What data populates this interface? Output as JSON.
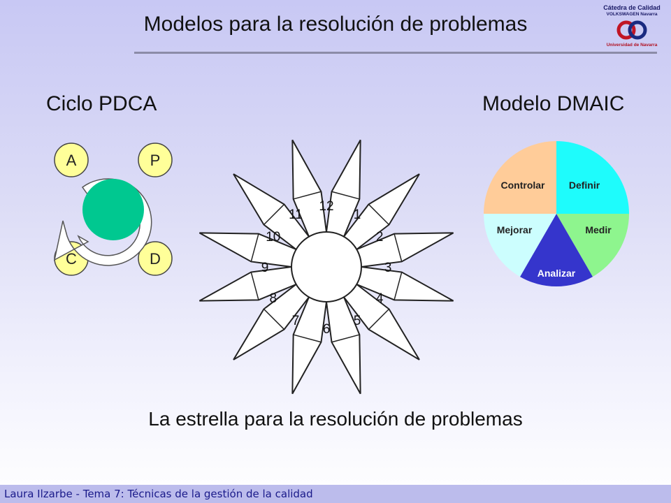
{
  "title": "Modelos para la resolución de problemas",
  "logo": {
    "line1": "Cátedra de Calidad",
    "line2": "VOLKSWAGEN Navarra",
    "line3": "Universidad de Navarra"
  },
  "pdca": {
    "heading": "Ciclo PDCA",
    "labels": {
      "a": "A",
      "p": "P",
      "c": "C",
      "d": "D"
    }
  },
  "dmaic": {
    "heading": "Modelo DMAIC",
    "segments": [
      {
        "label": "Definir",
        "color": "#1efcfc"
      },
      {
        "label": "Medir",
        "color": "#8ef58e"
      },
      {
        "label": "Analizar",
        "color": "#3535cc"
      },
      {
        "label": "Mejorar",
        "color": "#ccfefe"
      },
      {
        "label": "Controlar",
        "color": "#ffcc99"
      }
    ]
  },
  "star": {
    "caption": "La estrella para la resolución de problemas",
    "numbers": [
      "1",
      "2",
      "3",
      "4",
      "5",
      "6",
      "7",
      "8",
      "9",
      "10",
      "11",
      "12"
    ]
  },
  "footer": "Laura Ilzarbe - Tema 7: Técnicas de la gestión de la calidad"
}
